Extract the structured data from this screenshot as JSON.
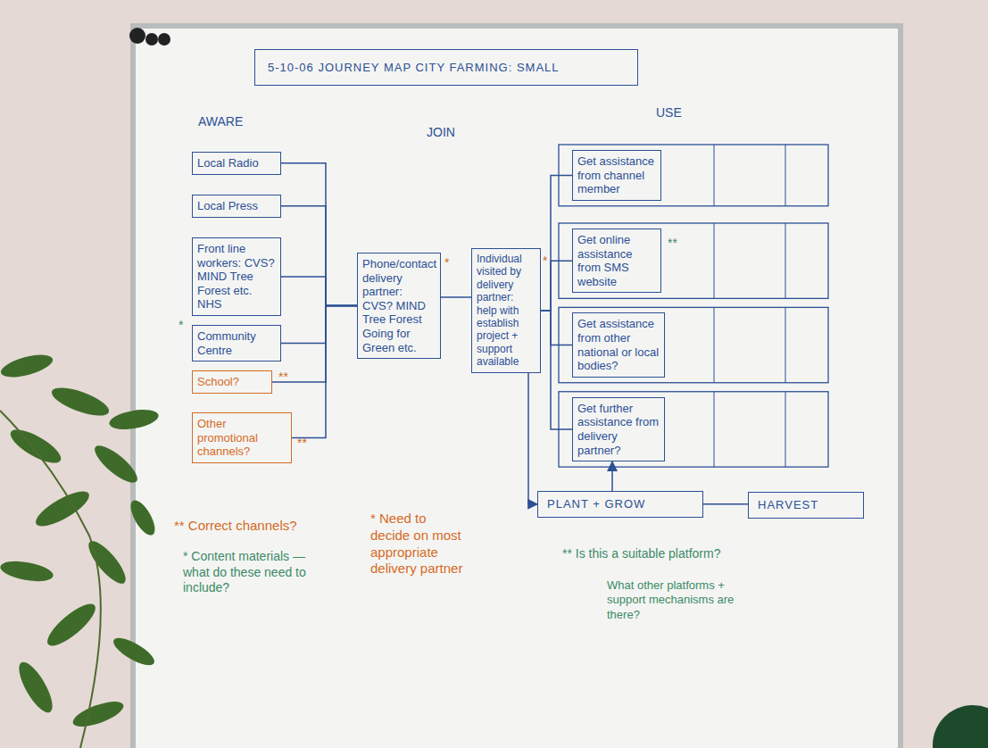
{
  "diagram": {
    "title": "5-10-06 JOURNEY MAP CITY FARMING: SMALL",
    "nodes": [
      {
        "text": [
          "Local Radio"
        ]
      },
      {
        "text": [
          "Local Press"
        ]
      },
      {
        "text": [
          "Front line workers: CVS? MIND Tree Forest etc. NHS"
        ]
      },
      {
        "text": [
          "Community Centre"
        ]
      },
      {
        "text": [
          "School?"
        ]
      },
      {
        "text": [
          "Other promotional channels?"
        ]
      },
      {
        "text": [
          "Phone/contact delivery partner: CVS? MIND Tree Forest Going for Green etc."
        ]
      },
      {
        "text": [
          "Individual visited by delivery partner: help with establish project + support available"
        ]
      },
      {
        "text": [
          "Get assistance from channel member"
        ]
      },
      {
        "text": [
          "Get online assistance from SMS website"
        ]
      },
      {
        "text": [
          "Get assistance from other national or local bodies?"
        ]
      },
      {
        "text": [
          "Get further assistance from delivery partner?"
        ]
      },
      {
        "text": [
          "PLANT + GROW"
        ]
      },
      {
        "text": [
          "HARVEST"
        ]
      }
    ],
    "edges": [
      {
        "from": 0,
        "to": 6,
        "arrow": "none"
      },
      {
        "from": 1,
        "to": 6,
        "arrow": "none"
      },
      {
        "from": 2,
        "to": 6,
        "arrow": "none"
      },
      {
        "from": 3,
        "to": 6,
        "arrow": "none"
      },
      {
        "from": 4,
        "to": 6,
        "arrow": "none"
      },
      {
        "from": 5,
        "to": 6,
        "arrow": "none"
      },
      {
        "from": 6,
        "to": 7,
        "arrow": "none"
      },
      {
        "from": 7,
        "to": 8,
        "arrow": "none"
      },
      {
        "from": 7,
        "to": 9,
        "arrow": "none"
      },
      {
        "from": 7,
        "to": 10,
        "arrow": "none"
      },
      {
        "from": 7,
        "to": 11,
        "arrow": "none"
      },
      {
        "from": 7,
        "to": 12,
        "arrow": "to"
      },
      {
        "from": 12,
        "to": 11,
        "arrow": "to"
      },
      {
        "from": 12,
        "to": 13,
        "arrow": "none"
      }
    ],
    "labels": [
      "AWARE",
      "JOIN",
      "USE",
      "*",
      "**",
      "**",
      "*",
      "*",
      "**",
      "** Correct channels?",
      "* Content materials — what do these need to include?",
      "* Need to decide on most appropriate delivery partner",
      "** Is this a suitable platform?",
      "What other platforms + support mechanisms are there?"
    ]
  }
}
